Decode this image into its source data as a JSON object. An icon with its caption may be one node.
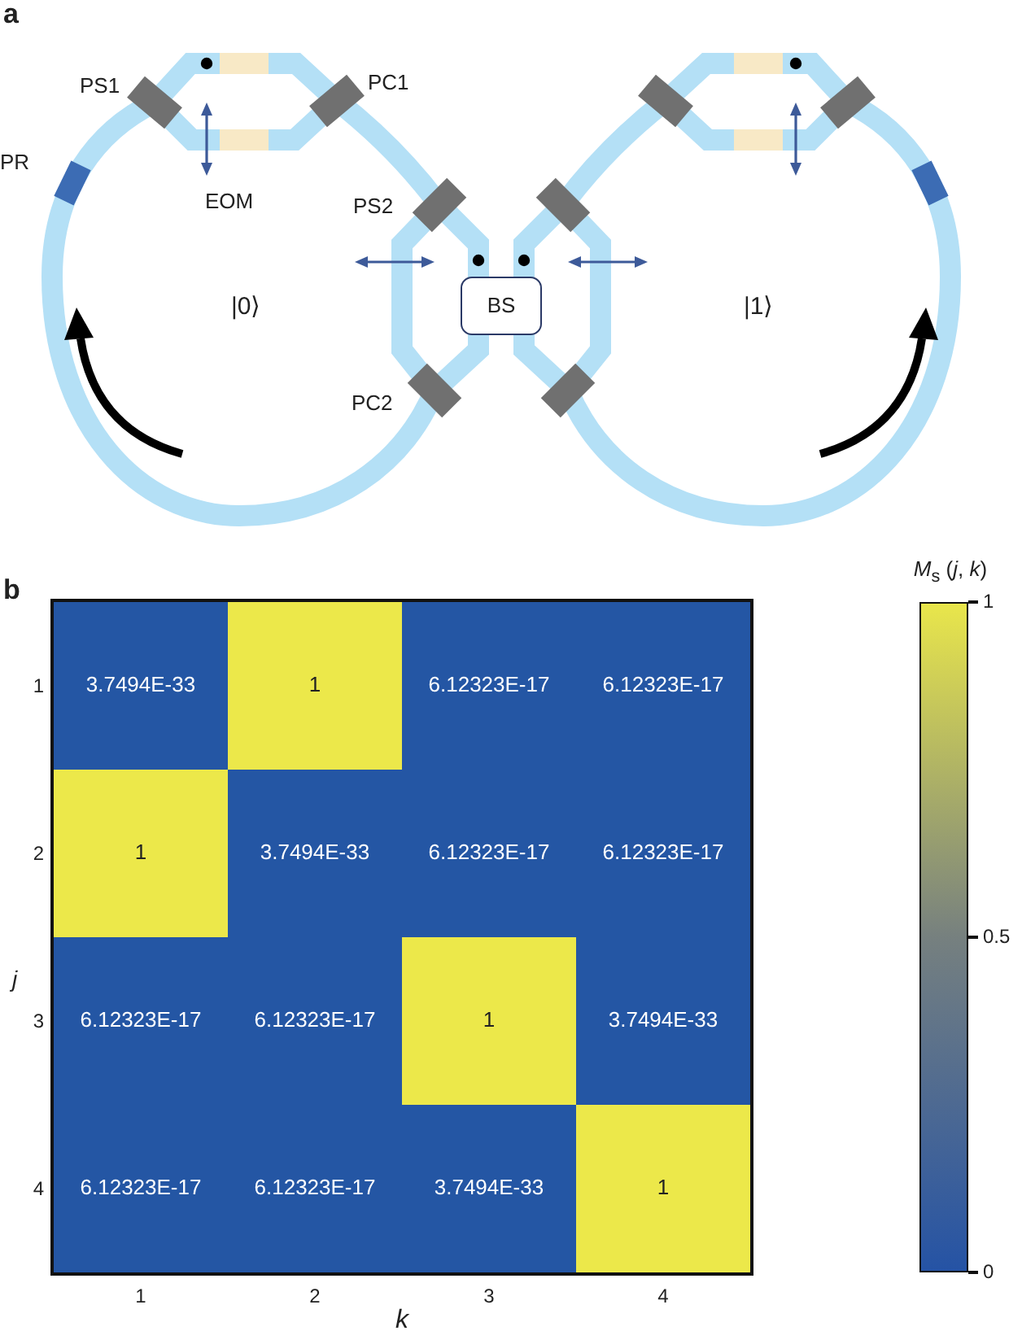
{
  "diagram": {
    "nodes": [
      {
        "text": [
          "BS"
        ]
      }
    ],
    "labels": [
      "a",
      "PS1",
      "PC1",
      "PR",
      "EOM",
      "PS2",
      "|0⟩",
      "|1⟩",
      "PC2",
      "b",
      "1",
      "3.7494E-33",
      "1",
      "6.12323E-17",
      "6.12323E-17",
      "2",
      "1",
      "3.7494E-33",
      "6.12323E-17",
      "6.12323E-17",
      "3",
      "6.12323E-17",
      "6.12323E-17",
      "1",
      "3.7494E-33",
      "4",
      "6.12323E-17",
      "6.12323E-17",
      "3.7494E-33",
      "1",
      "j",
      "1",
      "2",
      "3",
      "4",
      "k",
      "*M*$_{s}$ (*j*, *k*)",
      "1",
      "0.5",
      "0"
    ]
  }
}
